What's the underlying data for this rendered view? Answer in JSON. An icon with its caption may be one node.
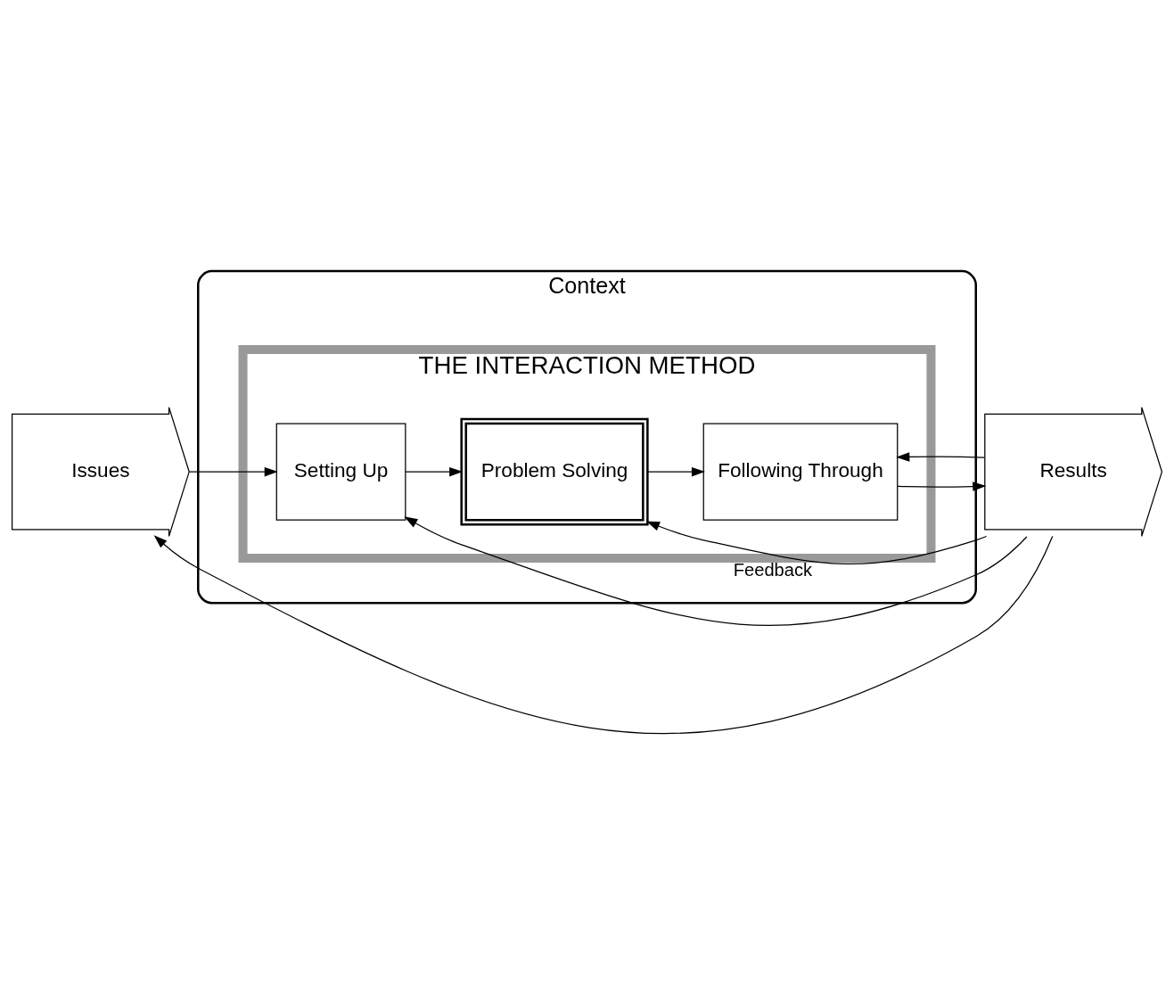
{
  "diagram": {
    "nodes": [
      {
        "text": [
          "Context"
        ]
      },
      {
        "text": [
          "THE INTERACTION METHOD"
        ],
        "in": 0
      },
      {
        "text": [
          "Issues"
        ]
      },
      {
        "text": [
          "Setting Up"
        ],
        "in": 1
      },
      {
        "text": [
          "Problem Solving"
        ],
        "in": 1
      },
      {
        "text": [
          "Following Through"
        ],
        "in": 1
      },
      {
        "text": [
          "Results"
        ]
      }
    ],
    "edges": [
      {
        "from": 2,
        "to": 3,
        "arrow": "to"
      },
      {
        "from": 3,
        "to": 4,
        "arrow": "to"
      },
      {
        "from": 4,
        "to": 5,
        "arrow": "to"
      },
      {
        "from": 5,
        "to": 6,
        "arrow": "to"
      },
      {
        "from": 6,
        "to": 2,
        "arrow": "to"
      },
      {
        "from": 6,
        "to": 3,
        "arrow": "to"
      },
      {
        "from": 6,
        "to": 4,
        "arrow": "to",
        "label": "Feedback"
      },
      {
        "from": 6,
        "to": 5,
        "arrow": "to"
      }
    ]
  }
}
